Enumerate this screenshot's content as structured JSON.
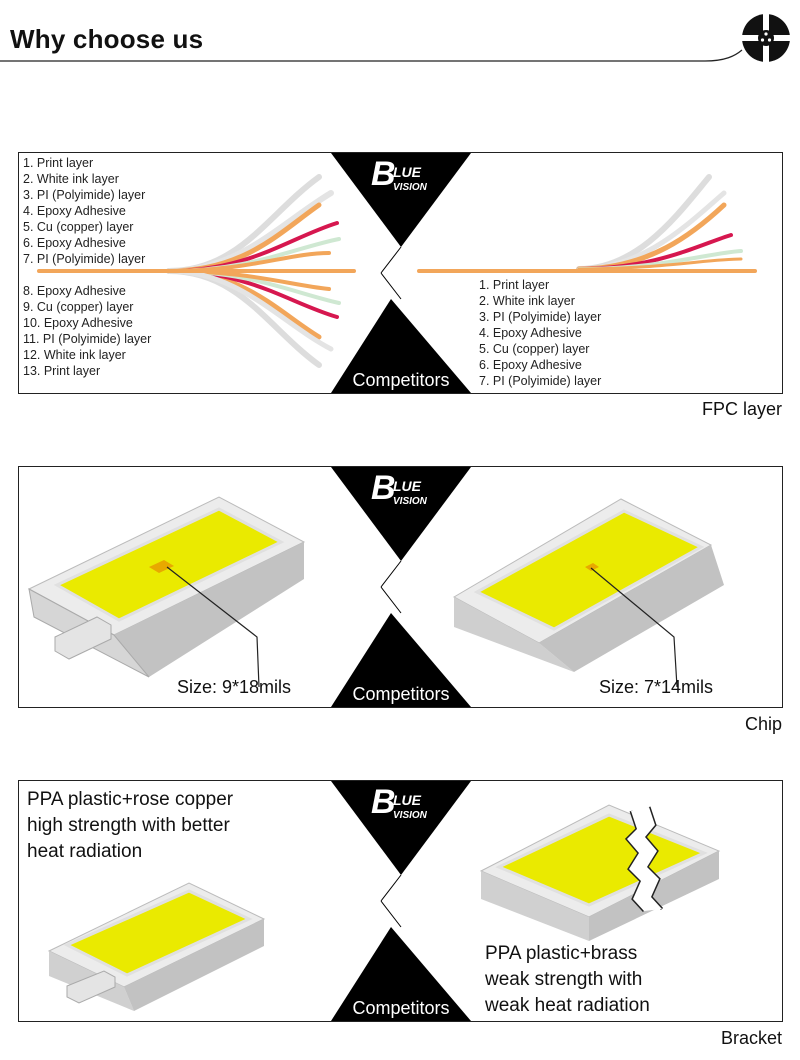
{
  "header": {
    "title": "Why choose us"
  },
  "brand": {
    "logo_text": "BLUE VISION"
  },
  "colors": {
    "accent_orange": "#f2a65a",
    "accent_red": "#d6174f",
    "accent_green": "#cfe8d2",
    "chip_yellow": "#eaea00",
    "panel_triangle": "#000000"
  },
  "fpc": {
    "section_label": "FPC layer",
    "competitors_label": "Competitors",
    "blue_layers_top": [
      "1. Print layer",
      "2. White ink layer",
      "3. PI (Polyimide) layer",
      "4. Epoxy Adhesive",
      "5. Cu (copper) layer",
      "6. Epoxy Adhesive",
      "7. PI (Polyimide) layer"
    ],
    "blue_layers_bottom": [
      "8. Epoxy Adhesive",
      "9. Cu (copper) layer",
      "10. Epoxy Adhesive",
      "11. PI (Polyimide) layer",
      "12. White ink layer",
      "13. Print layer"
    ],
    "competitor_layers": [
      "1. Print layer",
      "2. White ink layer",
      "3. PI (Polyimide) layer",
      "4. Epoxy Adhesive",
      "5. Cu (copper) layer",
      "6. Epoxy Adhesive",
      "7. PI (Polyimide) layer"
    ]
  },
  "chip": {
    "section_label": "Chip",
    "competitors_label": "Competitors",
    "blue_size": "Size: 9*18mils",
    "competitor_size": "Size: 7*14mils"
  },
  "bracket": {
    "section_label": "Bracket",
    "competitors_label": "Competitors",
    "blue_text": [
      "PPA plastic+rose copper",
      "high strength with better",
      "heat radiation"
    ],
    "competitor_text": [
      "PPA plastic+brass",
      "weak strength with",
      "weak heat radiation"
    ]
  }
}
